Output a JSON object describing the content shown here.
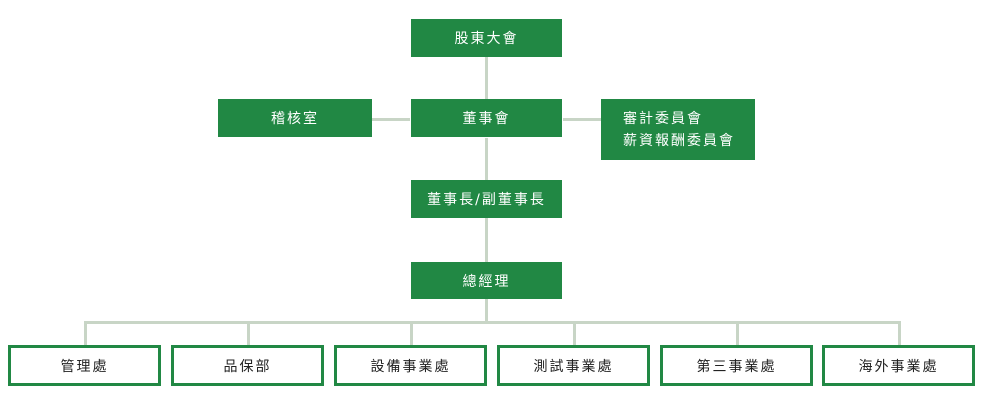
{
  "colors": {
    "box_fill": "#218844",
    "connector": "#c8d5c6",
    "outline_text": "#222222"
  },
  "org": {
    "shareholders": "股東大會",
    "audit_office": "稽核室",
    "board": "董事會",
    "committees": [
      "審計委員會",
      "薪資報酬委員會"
    ],
    "chairman": "董事長/副董事長",
    "general_manager": "總經理",
    "departments": [
      "管理處",
      "品保部",
      "設備事業處",
      "測試事業處",
      "第三事業處",
      "海外事業處"
    ]
  }
}
